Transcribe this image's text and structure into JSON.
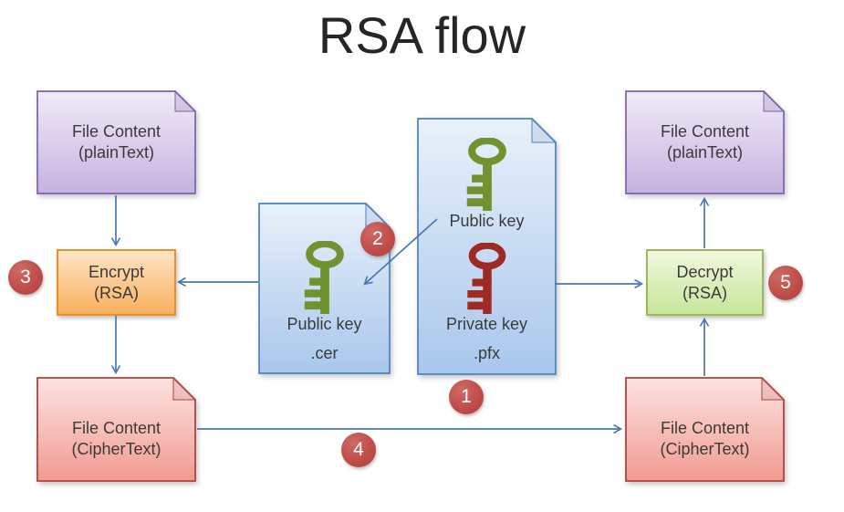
{
  "title": "RSA flow",
  "colors": {
    "arrow": "#4977B3",
    "badge_red": "#C0504D",
    "public_key_icon_green": "#71932F",
    "private_key_icon_red": "#9E2B23",
    "plaintext_doc_border_purple": "#7E62A8",
    "key_doc_border_blue": "#4F81BD",
    "cipher_doc_border_red": "#AC4540",
    "encrypt_box_border_orange": "#E78F2D",
    "decrypt_box_border_green": "#9BB95A"
  },
  "icons": {
    "keystore_public": "key-icon-green",
    "keystore_private": "key-icon-red",
    "cer_public": "key-icon-green"
  },
  "nodes": {
    "plaintext_left": {
      "line1": "File Content",
      "line2": "(plainText)"
    },
    "plaintext_right": {
      "line1": "File Content",
      "line2": "(plainText)"
    },
    "keystore": {
      "public_key_label": "Public key",
      "private_key_label": "Private key",
      "extension": ".pfx"
    },
    "public_cer": {
      "label": "Public key",
      "extension": ".cer"
    },
    "encrypt": {
      "line1": "Encrypt",
      "line2": "(RSA)"
    },
    "decrypt": {
      "line1": "Decrypt",
      "line2": "(RSA)"
    },
    "cipher_left": {
      "line1": "File Content",
      "line2": "(CipherText)"
    },
    "cipher_right": {
      "line1": "File Content",
      "line2": "(CipherText)"
    }
  },
  "badges": {
    "step1": "1",
    "step2": "2",
    "step3": "3",
    "step4": "4",
    "step5": "5"
  }
}
